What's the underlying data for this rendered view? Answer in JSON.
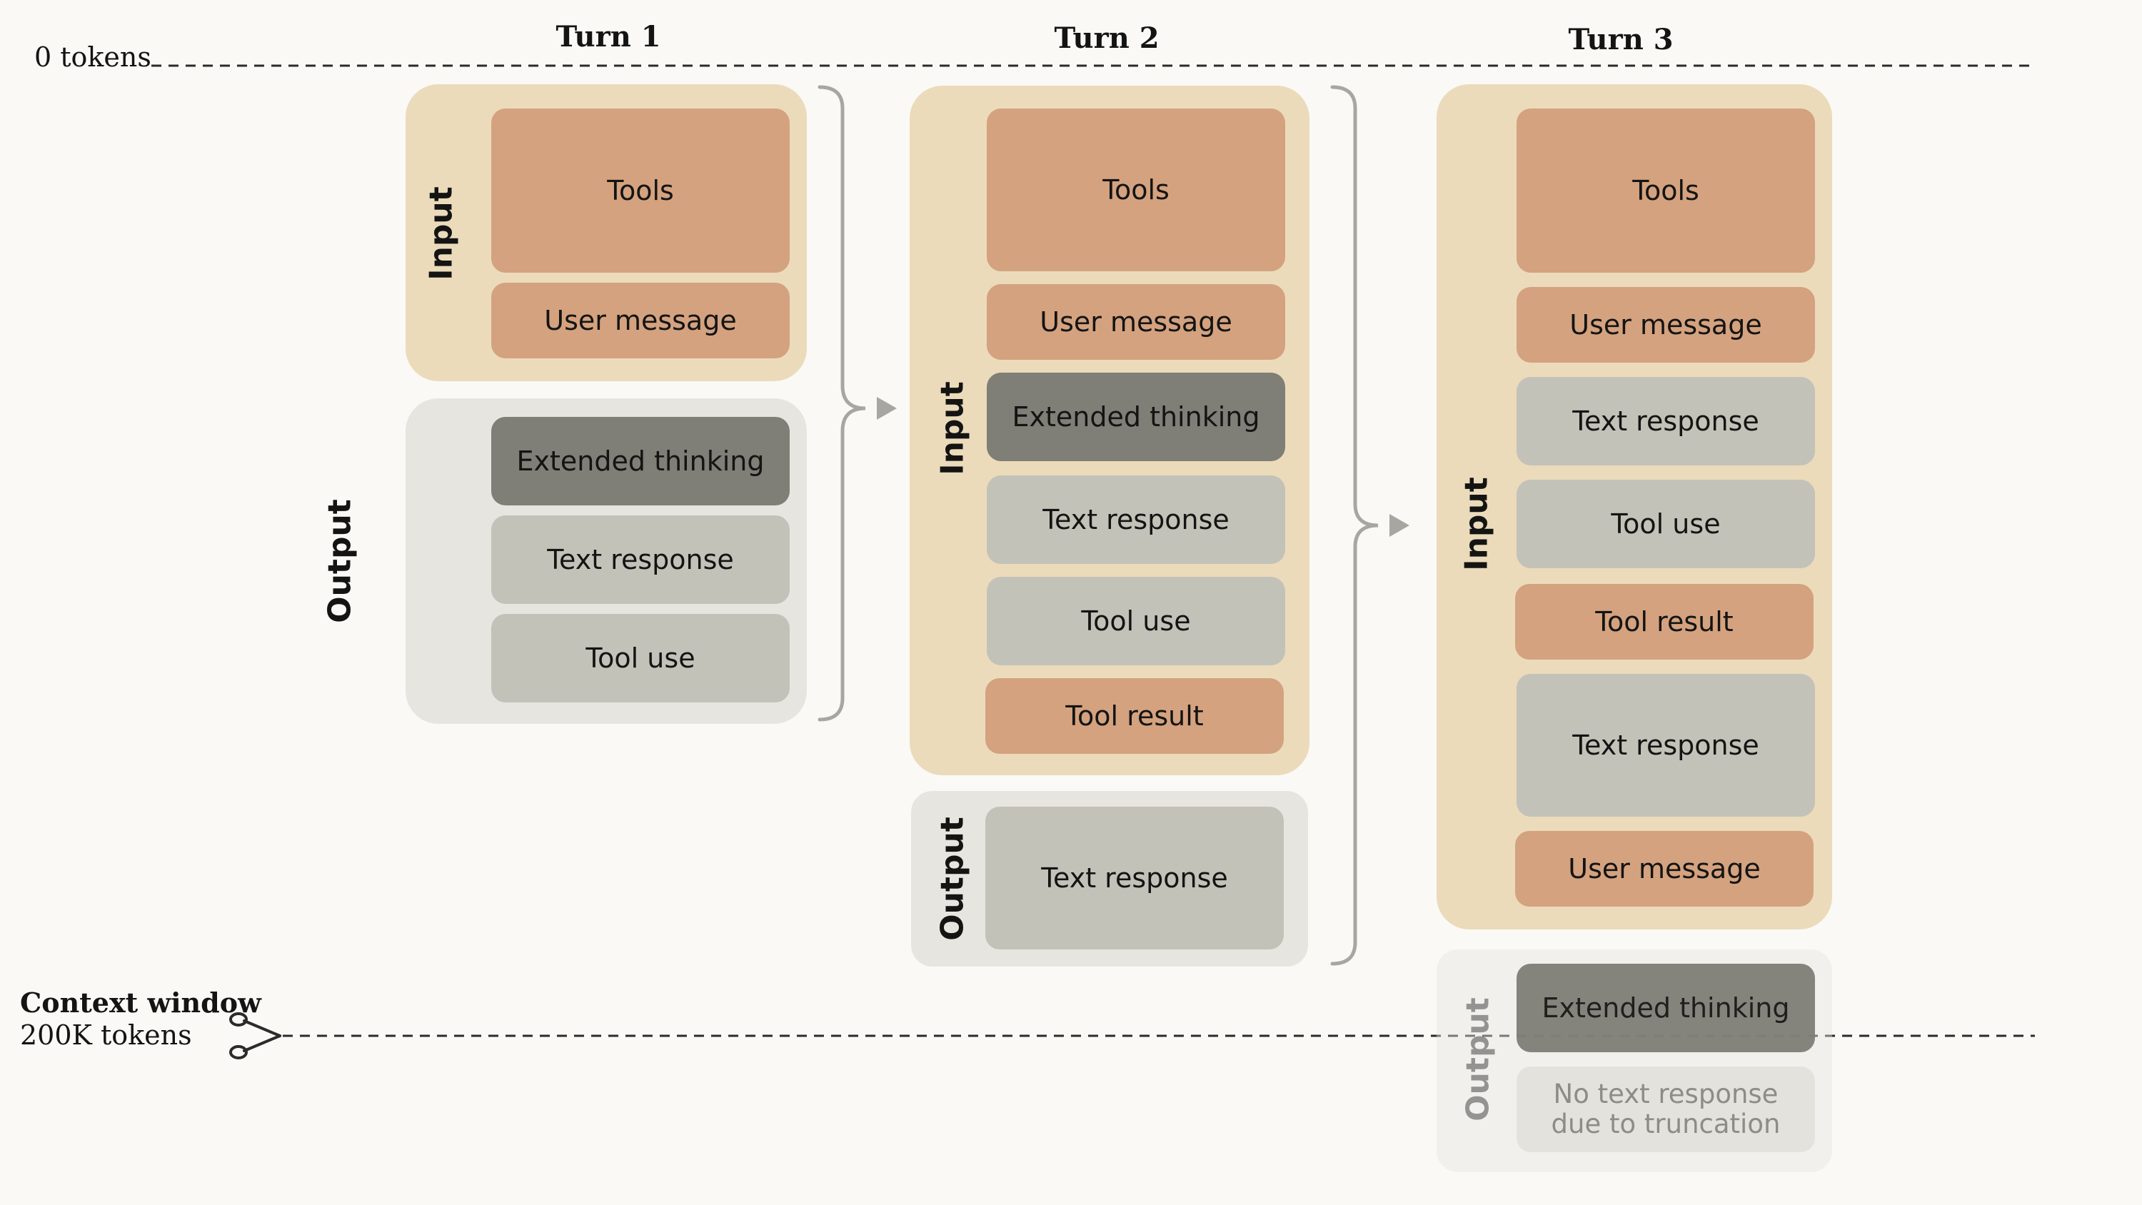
{
  "top_label": "0 tokens",
  "context_window": {
    "title": "Context window",
    "size": "200K tokens"
  },
  "turns": [
    {
      "title": "Turn 1",
      "input_label": "Input",
      "output_label": "Output",
      "input_blocks": [
        "Tools",
        "User message"
      ],
      "output_blocks": [
        "Extended thinking",
        "Text response",
        "Tool use"
      ]
    },
    {
      "title": "Turn 2",
      "input_label": "Input",
      "output_label": "Output",
      "input_blocks": [
        "Tools",
        "User message",
        "Extended thinking",
        "Text response",
        "Tool use",
        "Tool result"
      ],
      "output_blocks": [
        "Text response"
      ]
    },
    {
      "title": "Turn 3",
      "input_label": "Input",
      "output_label": "Output",
      "input_blocks": [
        "Tools",
        "User message",
        "Text response",
        "Tool use",
        "Tool result",
        "Text response",
        "User message"
      ],
      "output_blocks": [
        "Extended thinking"
      ],
      "truncated_note": [
        "No text response",
        "due to truncation"
      ]
    }
  ],
  "colors": {
    "background": "#faf9f6",
    "input_panel": "#ebdbbb",
    "output_panel": "#e7e5df",
    "tools_user_tool_result": "#d4a27f",
    "extended_thinking": "#7f7e77",
    "text_response_tool_use": "#c3c2b9",
    "arrows": "#a7a6a1"
  }
}
